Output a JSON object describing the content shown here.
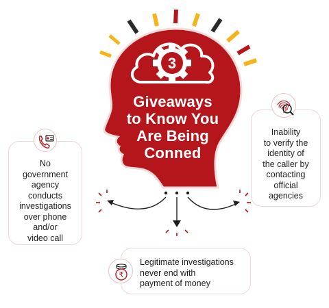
{
  "infographic": {
    "number": "3",
    "headline_lines": [
      "Giveaways",
      "to Know You",
      "Are Being",
      "Conned"
    ],
    "colors": {
      "brand_red": "#b5161b",
      "accent_yellow": "#f4b41a",
      "accent_dark": "#2a2a2a",
      "card_border": "#efd6d6",
      "text": "#1e1e1e"
    },
    "tips": [
      {
        "icon": "phone-id-card-icon",
        "lines": [
          "No",
          "government",
          "agency",
          "conducts",
          "investigations",
          "over phone",
          "and/or",
          "video call"
        ]
      },
      {
        "icon": "fingerprint-search-icon",
        "lines": [
          "Inability",
          "to verify the",
          "identity of",
          "the caller by",
          "contacting",
          "official",
          "agencies"
        ]
      },
      {
        "icon": "rupee-coins-icon",
        "lines": [
          "Legitimate investigations",
          "never end with",
          "payment of money"
        ]
      }
    ]
  }
}
